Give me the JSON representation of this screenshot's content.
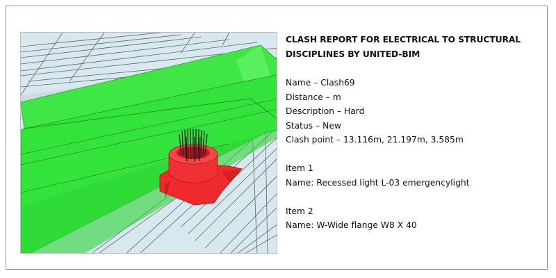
{
  "report": {
    "title": "CLASH REPORT FOR ELECTRICAL TO STRUCTURAL DISCIPLINES BY UNITED-BIM",
    "name": "Name – Clash69",
    "distance": "Distance – m",
    "description": "Description – Hard",
    "status": "Status – New",
    "clash_point": "Clash point – 13.116m, 21.197m, 3.585m",
    "item1": {
      "heading": "Item 1",
      "name": "Name: Recessed light L-03 emergencylight"
    },
    "item2": {
      "heading": "Item 2",
      "name": "Name: W-Wide flange W8 X 40"
    }
  },
  "colors": {
    "structural_beam": "#33e63a",
    "electrical_fixture": "#f2262a",
    "background": "#d6e6ee"
  }
}
